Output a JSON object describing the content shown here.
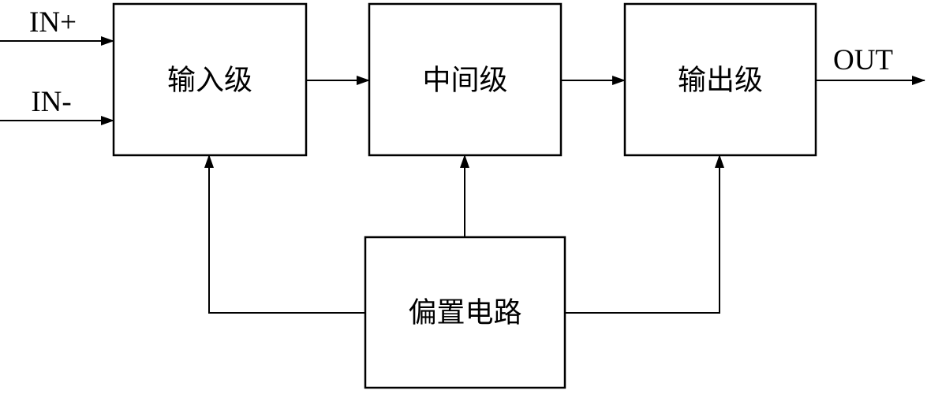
{
  "diagram": {
    "kind": "block-diagram",
    "description": "Three-stage operational amplifier architecture with bias circuit",
    "blocks": [
      {
        "id": "input-stage",
        "label": "输入级"
      },
      {
        "id": "middle-stage",
        "label": "中间级"
      },
      {
        "id": "output-stage",
        "label": "输出级"
      },
      {
        "id": "bias-circuit",
        "label": "偏置电路"
      }
    ],
    "ports": [
      {
        "id": "in-plus",
        "label": "IN+"
      },
      {
        "id": "in-minus",
        "label": "IN-"
      },
      {
        "id": "out",
        "label": "OUT"
      }
    ],
    "connections": [
      {
        "from": "in-plus",
        "to": "input-stage",
        "arrow": true
      },
      {
        "from": "in-minus",
        "to": "input-stage",
        "arrow": true
      },
      {
        "from": "input-stage",
        "to": "middle-stage",
        "arrow": true
      },
      {
        "from": "middle-stage",
        "to": "output-stage",
        "arrow": true
      },
      {
        "from": "output-stage",
        "to": "out",
        "arrow": true
      },
      {
        "from": "bias-circuit",
        "to": "input-stage",
        "arrow": true
      },
      {
        "from": "bias-circuit",
        "to": "middle-stage",
        "arrow": true
      },
      {
        "from": "bias-circuit",
        "to": "output-stage",
        "arrow": true
      }
    ],
    "colors": {
      "line": "#000000",
      "background": "#ffffff"
    }
  }
}
